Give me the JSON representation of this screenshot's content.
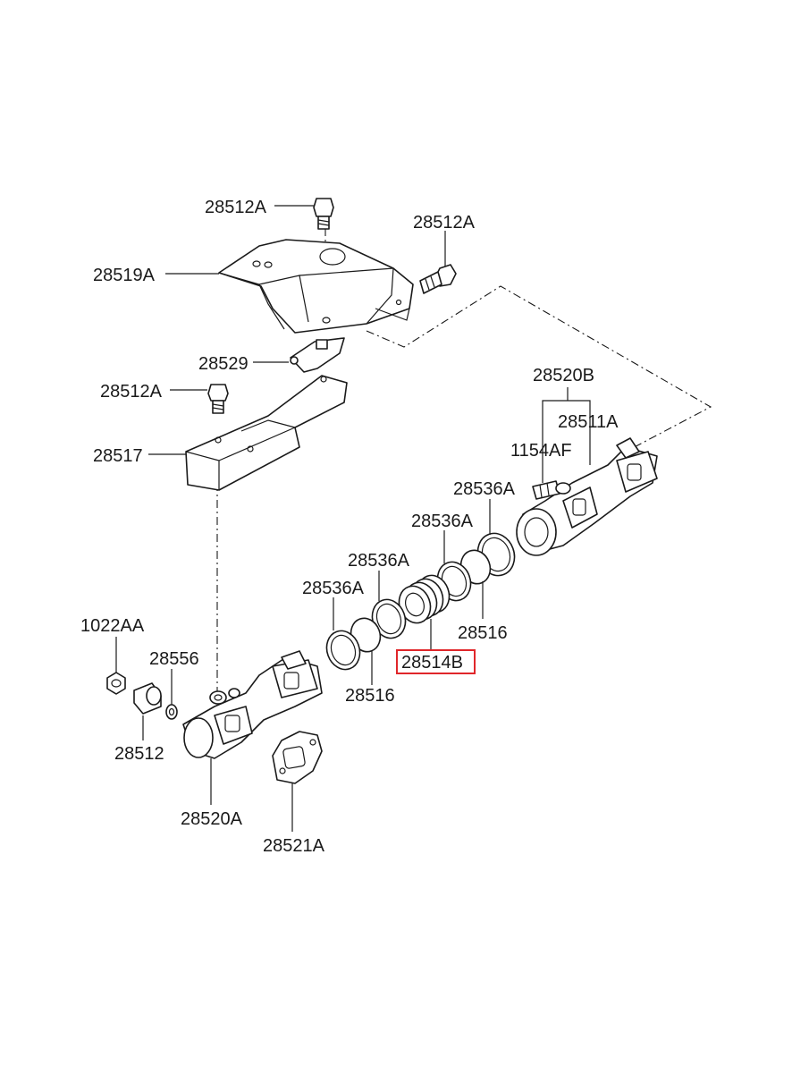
{
  "labels": {
    "bolt_top": "28512A",
    "bolt_right": "28512A",
    "heat_shield_upper": "28519A",
    "bracket": "28529",
    "bolt_mid": "28512A",
    "heat_shield_lower": "28517",
    "manifold_assy_rear": "28520B",
    "manifold_rear": "28511A",
    "stud": "1154AF",
    "ring_1": "28536A",
    "ring_2": "28536A",
    "ring_3": "28536A",
    "ring_4": "28536A",
    "gasket_ring_right": "28516",
    "gasket_ring_left": "28516",
    "bellows": "28514B",
    "nut": "1022AA",
    "washer": "28556",
    "spacer": "28512",
    "manifold_assy_front": "28520A",
    "gasket_flange": "28521A"
  },
  "highlight_color": "#e0262a"
}
